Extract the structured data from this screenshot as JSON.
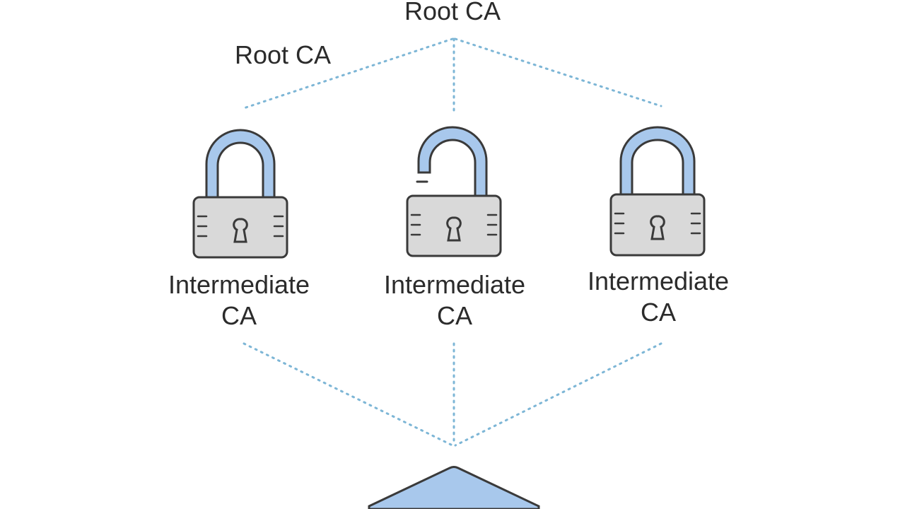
{
  "labels": {
    "root_top": "Root CA",
    "root_left": "Root CA"
  },
  "nodes": [
    {
      "line1": "Intermediate",
      "line2": "CA",
      "lock_state": "locked"
    },
    {
      "line1": "Intermediate",
      "line2": "CA",
      "lock_state": "unlocked"
    },
    {
      "line1": "Intermediate",
      "line2": "CA",
      "lock_state": "locked"
    }
  ],
  "colors": {
    "shackle_fill": "#a8c8ec",
    "body_fill": "#d9d9d9",
    "outline": "#3a3a3a",
    "connector": "#7db6d6",
    "base_shape_fill": "#a8c8ec"
  },
  "icons": [
    "padlock-icon",
    "padlock-open-icon",
    "padlock-icon",
    "house-roof-icon"
  ]
}
